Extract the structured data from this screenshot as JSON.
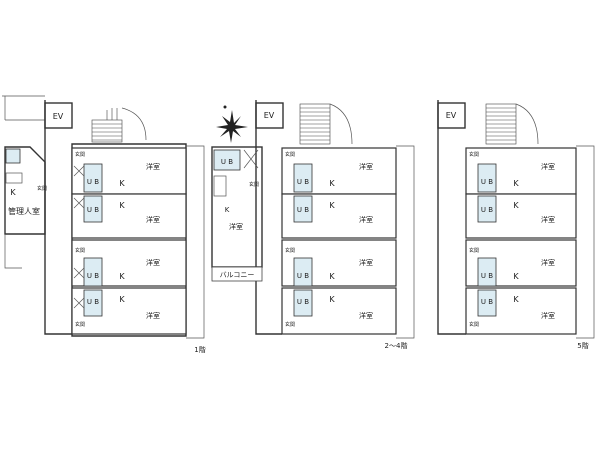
{
  "labels": {
    "ev": "EV",
    "yoshitsu": "洋室",
    "ub": "U B",
    "k": "K",
    "genkan": "玄関",
    "kanri": "管理人室",
    "balcony": "バルコニー"
  },
  "floors": [
    {
      "label": "1階"
    },
    {
      "label": "2～4階"
    },
    {
      "label": "5階"
    }
  ]
}
